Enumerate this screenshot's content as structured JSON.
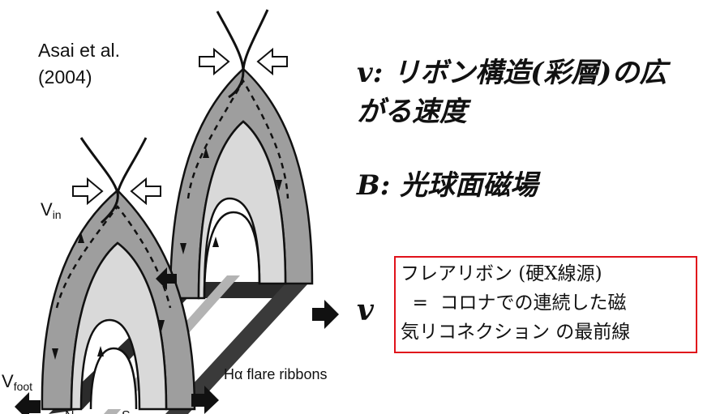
{
  "citation": "Asai et al.\n(2004)",
  "headings": {
    "v_line1": "v: リボン構造(彩層)の広",
    "v_line2": "がる速度",
    "b": "B: 光球面磁場"
  },
  "v_symbol": "v",
  "callout": {
    "line1": "フレアリボン (硬X線源)",
    "line2": "  =  コロナでの連続した磁",
    "line3": "気リコネクション の最前線",
    "border_color": "#e0121b"
  },
  "diagram": {
    "vin_label": "V",
    "vin_sub": "in",
    "vfoot_label": "V",
    "vfoot_sub": "foot",
    "ribbon_label": "Hα flare ribbons",
    "n_label": "N",
    "s_label": "S",
    "colors": {
      "outer_loop": "#9e9e9e",
      "inner_loop": "#d9d9d9",
      "ribbon": "#2b2b2b",
      "band": "#aaaaaa"
    }
  }
}
